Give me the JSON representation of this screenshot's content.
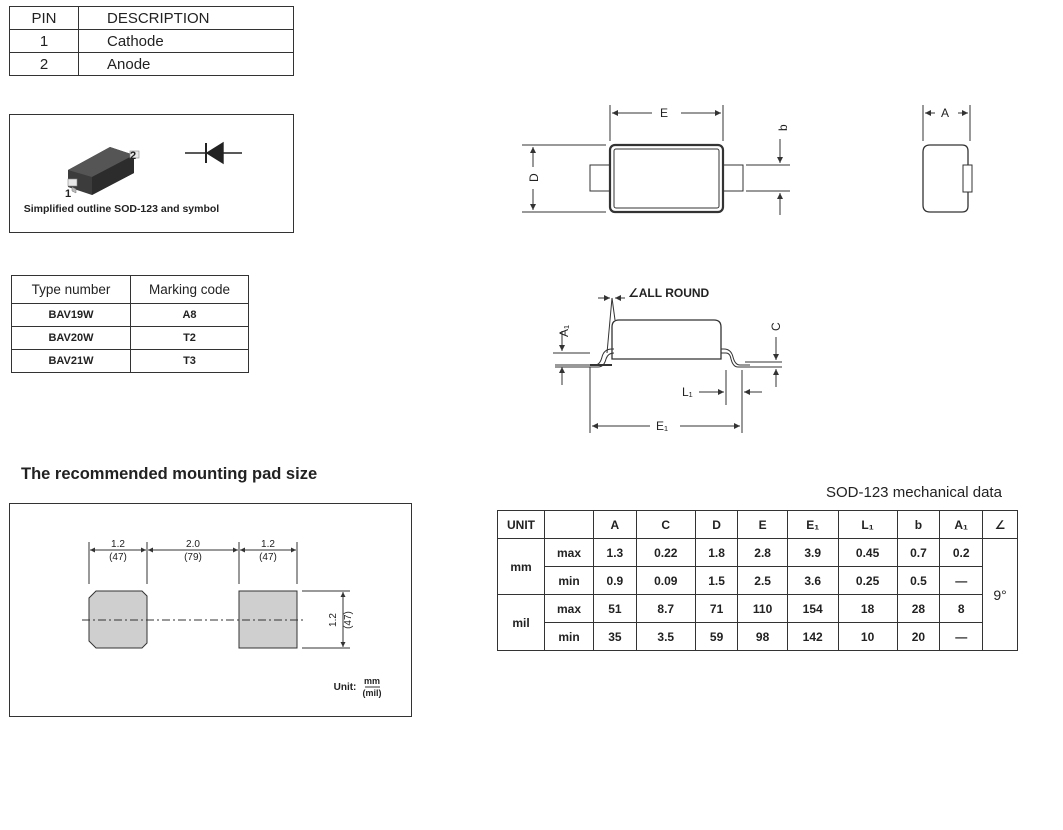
{
  "pin_table": {
    "headers": [
      "PIN",
      "DESCRIPTION"
    ],
    "rows": [
      [
        "1",
        "Cathode"
      ],
      [
        "2",
        "Anode"
      ]
    ]
  },
  "outline": {
    "caption": "Simplified outline SOD-123 and symbol",
    "pin1": "1",
    "pin2": "2"
  },
  "marking_table": {
    "headers": [
      "Type number",
      "Marking code"
    ],
    "rows": [
      [
        "BAV19W",
        "A8"
      ],
      [
        "BAV20W",
        "T2"
      ],
      [
        "BAV21W",
        "T3"
      ]
    ]
  },
  "pad": {
    "title": "The recommended mounting pad size",
    "dims": {
      "left_w_mm": "1.2",
      "left_w_mil": "(47)",
      "gap_mm": "2.0",
      "gap_mil": "(79)",
      "right_w_mm": "1.2",
      "right_w_mil": "(47)",
      "height_mm": "1.2",
      "height_mil": "(47)"
    },
    "unit_label": "Unit:",
    "unit_num": "mm",
    "unit_den": "(mil)"
  },
  "drawing_labels": {
    "E": "E",
    "D": "D",
    "b": "b",
    "A": "A",
    "all_round": "∠ALL ROUND",
    "A1": "A₁",
    "C": "C",
    "L1": "L₁",
    "E1": "E₁"
  },
  "mech": {
    "title": "SOD-123 mechanical data",
    "headers": [
      "UNIT",
      "",
      "A",
      "C",
      "D",
      "E",
      "E₁",
      "L₁",
      "b",
      "A₁",
      "∠"
    ],
    "angle": "9°",
    "units": [
      {
        "unit": "mm",
        "rows": [
          {
            "label": "max",
            "values": [
              "1.3",
              "0.22",
              "1.8",
              "2.8",
              "3.9",
              "0.45",
              "0.7",
              "0.2"
            ]
          },
          {
            "label": "min",
            "values": [
              "0.9",
              "0.09",
              "1.5",
              "2.5",
              "3.6",
              "0.25",
              "0.5",
              "—"
            ]
          }
        ]
      },
      {
        "unit": "mil",
        "rows": [
          {
            "label": "max",
            "values": [
              "51",
              "8.7",
              "71",
              "110",
              "154",
              "18",
              "28",
              "8"
            ]
          },
          {
            "label": "min",
            "values": [
              "35",
              "3.5",
              "59",
              "98",
              "142",
              "10",
              "20",
              "—"
            ]
          }
        ]
      }
    ]
  }
}
